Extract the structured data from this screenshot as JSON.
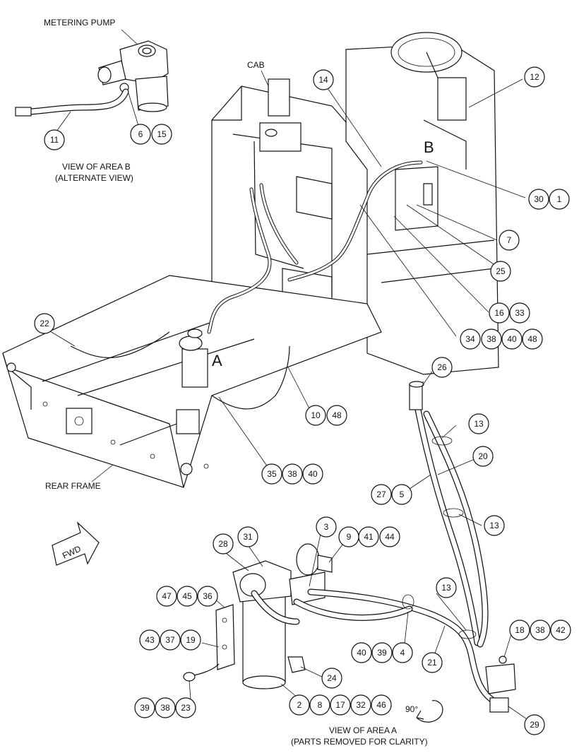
{
  "labels": {
    "metering_pump": "METERING PUMP",
    "cab": "CAB",
    "area_b": "B",
    "area_a": "A",
    "view_b_line1": "VIEW OF AREA B",
    "view_b_line2": "(ALTERNATE VIEW)",
    "rear_frame": "REAR FRAME",
    "fwd": "FWD",
    "view_a_line1": "VIEW OF AREA A",
    "view_a_line2": "(PARTS REMOVED FOR CLARITY)",
    "rotation": "90°"
  },
  "callouts": {
    "c11": "11",
    "c6": "6",
    "c15": "15",
    "c14": "14",
    "c12": "12",
    "c30": "30",
    "c1": "1",
    "c7": "7",
    "c25": "25",
    "c16": "16",
    "c33": "33",
    "c34": "34",
    "c38a": "38",
    "c40a": "40",
    "c48a": "48",
    "c22": "22",
    "c10": "10",
    "c48b": "48",
    "c35": "35",
    "c38b": "38",
    "c40b": "40",
    "c26": "26",
    "c13a": "13",
    "c20": "20",
    "c27": "27",
    "c5": "5",
    "c13b": "13",
    "c3": "3",
    "c9": "9",
    "c41a": "41",
    "c44": "44",
    "c28": "28",
    "c31": "31",
    "c47": "47",
    "c45": "45",
    "c36": "36",
    "c13c": "13",
    "c18": "18",
    "c38c": "38",
    "c42": "42",
    "c43": "43",
    "c37": "37",
    "c19": "19",
    "c40c": "40",
    "c39a": "39",
    "c4": "4",
    "c21": "21",
    "c24": "24",
    "c39b": "39",
    "c38d": "38",
    "c23": "23",
    "c2": "2",
    "c8": "8",
    "c17": "17",
    "c32": "32",
    "c46": "46",
    "c29": "29"
  }
}
